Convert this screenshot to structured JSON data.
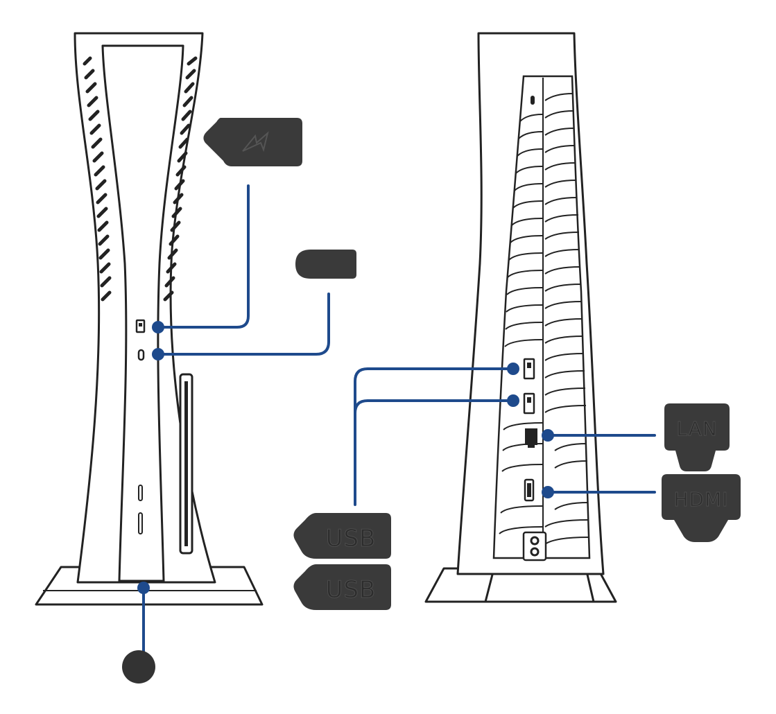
{
  "diagram": {
    "plugs": {
      "usb_label_1": "USB",
      "usb_label_2": "USB",
      "lan_label": "LAN",
      "hdmi_label": "HDMI",
      "usb_c_plug_icon": "lightning-icon"
    },
    "colors": {
      "leader_line": "#1e4a8c",
      "plug_fill": "#3a3a3a",
      "outline": "#2a2a2a",
      "background": "#ffffff"
    }
  }
}
